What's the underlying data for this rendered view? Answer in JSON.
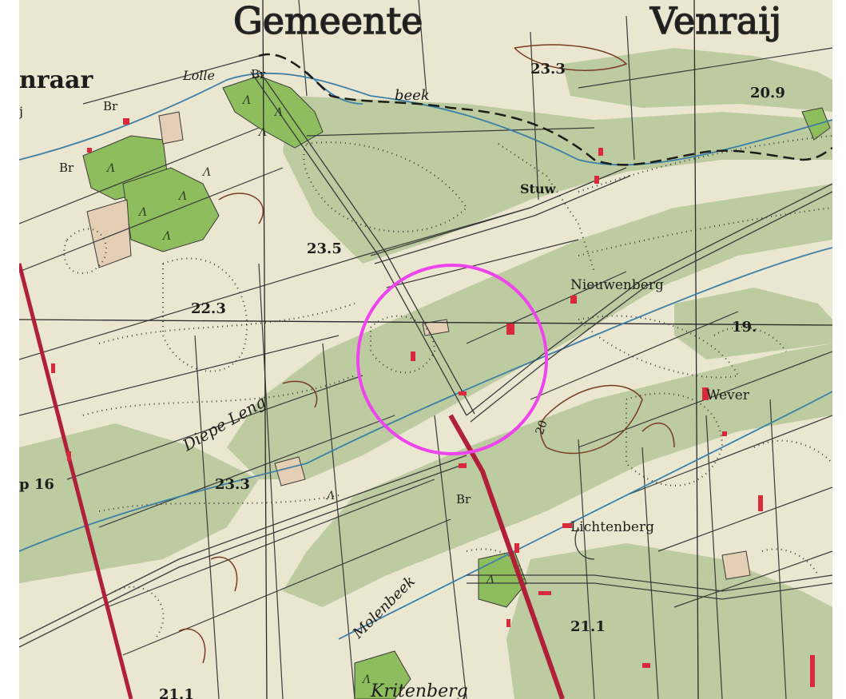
{
  "map": {
    "colors": {
      "paper": "#eae6d0",
      "meadow": "#bccca0",
      "forest": "#8ebd5e",
      "field": "#e4cfb4",
      "road": "#b0203b",
      "water": "#3d7fa6",
      "contour": "#7a3a22",
      "line": "#3a3a3a",
      "highlight": "#ee44ee"
    },
    "labels": {
      "top_title_left": "Gemeente",
      "top_title_right": "Venraij",
      "edge_left_town": "nraar",
      "edge_left_j": "j",
      "lolle": "Lolle",
      "beek": "beek",
      "br_1": "Br",
      "br_2": "Br",
      "br_3": "Br",
      "br_4": "Br",
      "elev_233_top": "23.3",
      "elev_209": "20.9",
      "stuw": "Stuw",
      "elev_235": "23.5",
      "nieuwenberg": "Nieuwenberg",
      "elev_223": "22.3",
      "elev_19": "19.",
      "diepe_leng": "Diepe Leng",
      "wever": "Wever",
      "contour_20": "20",
      "p16": "p 16",
      "elev_233_mid": "23.3",
      "lichtenberg": "Lichtenberg",
      "molenbeek": "Molenbeek",
      "elev_211": "21.1",
      "elev_211_bottom": "21.1",
      "kritenberg": "Kritenberg"
    },
    "icons": {
      "highlight_marker": "circle-highlight-icon",
      "tree": "tree-symbol-icon"
    }
  }
}
